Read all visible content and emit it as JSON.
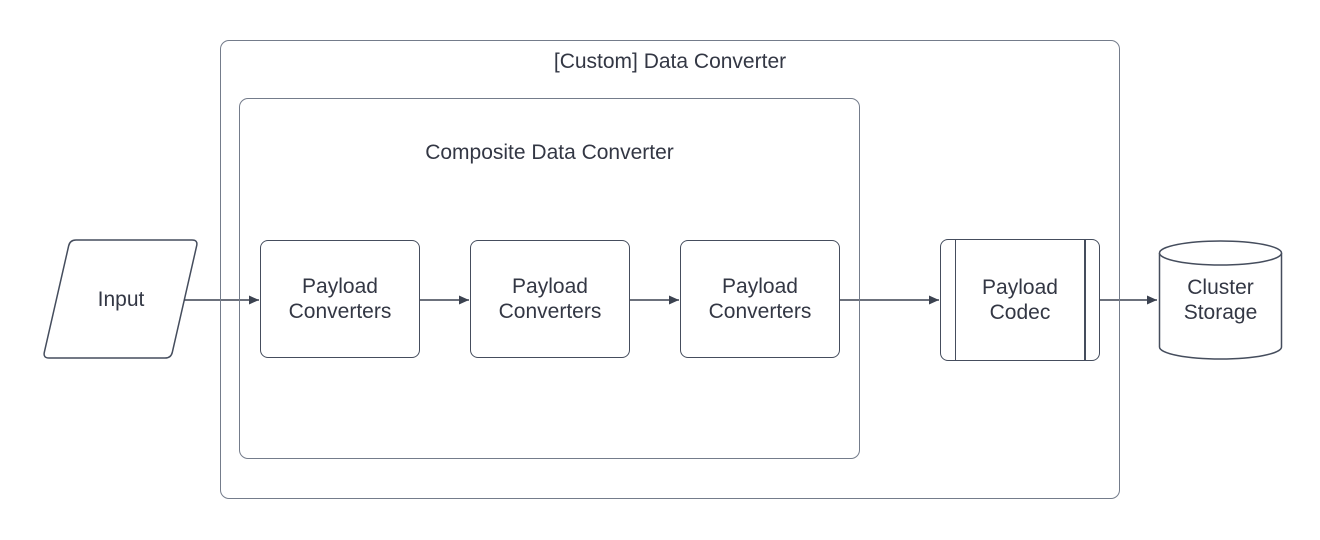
{
  "colors": {
    "background": "#ffffff",
    "text": "#333744",
    "shape-stroke": "#454d5d",
    "container-stroke": "#747c8b",
    "arrow": "#3b4250"
  },
  "containers": {
    "outer_label": "[Custom] Data Converter",
    "inner_label": "Composite Data Converter"
  },
  "nodes": {
    "input": "Input",
    "converter_1": "Payload\nConverters",
    "converter_2": "Payload\nConverters",
    "converter_3": "Payload\nConverters",
    "codec": "Payload\nCodec",
    "storage": "Cluster\nStorage"
  }
}
